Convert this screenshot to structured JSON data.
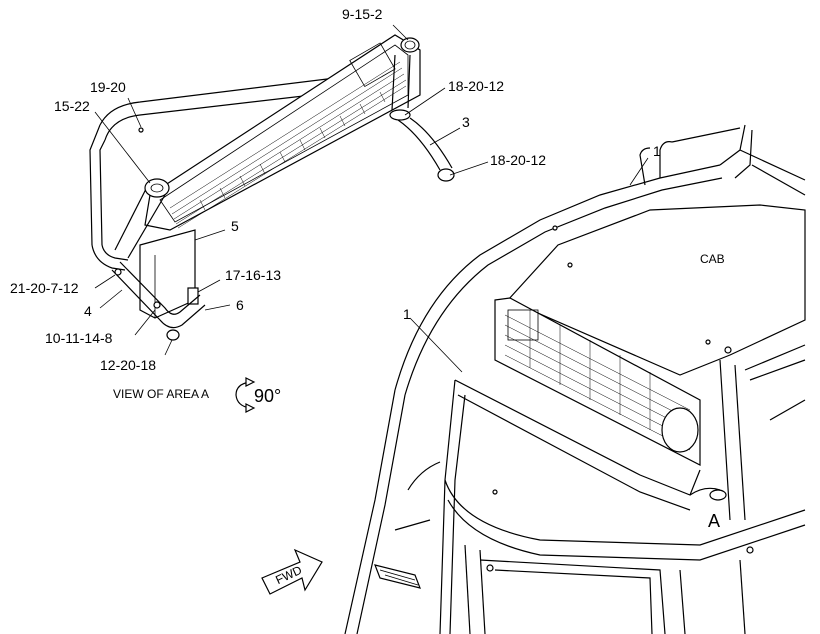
{
  "callouts": {
    "c_9_15_2": "9-15-2",
    "c_19_20": "19-20",
    "c_15_22": "15-22",
    "c_18_20_12_a": "18-20-12",
    "c_3": "3",
    "c_18_20_12_b": "18-20-12",
    "c_5": "5",
    "c_17_16_13": "17-16-13",
    "c_21_20_7_12": "21-20-7-12",
    "c_4": "4",
    "c_6": "6",
    "c_10_11_14_8": "10-11-14-8",
    "c_12_20_18": "12-20-18",
    "c_1_main": "1",
    "c_1_roof": "1"
  },
  "view_label": "VIEW OF AREA  A",
  "rotation_label": "90°",
  "cab_label": "CAB",
  "area_marker": "A",
  "fwd_label": "FWD"
}
